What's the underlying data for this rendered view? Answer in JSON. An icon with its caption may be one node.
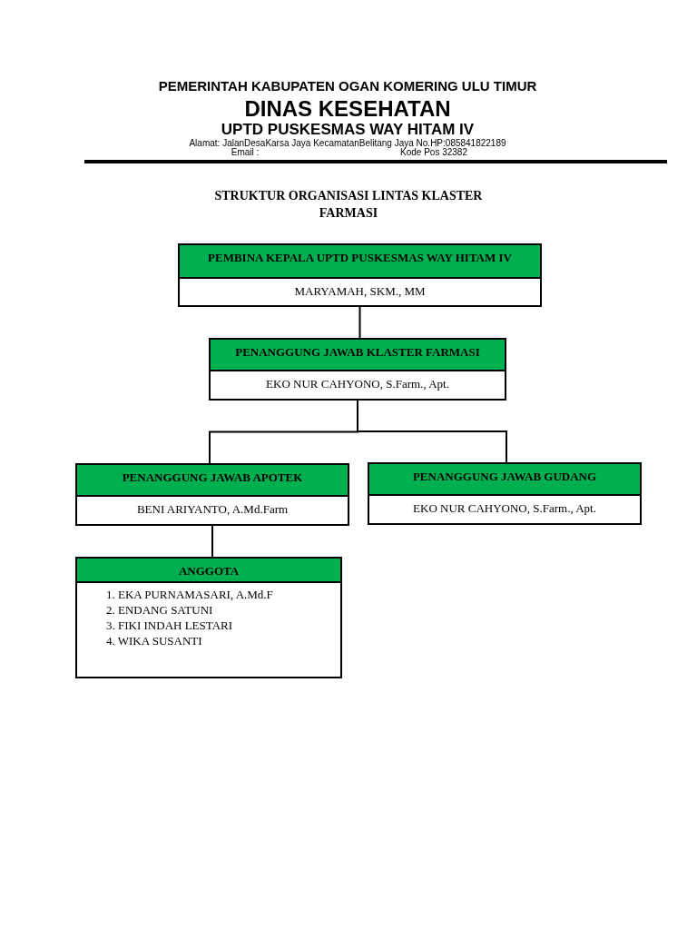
{
  "diagram": {
    "title": "STRUKTUR ORGANISASI LINTAS KLASTER FARMASI",
    "nodes": [
      {
        "text": [
          "PEMBINA KEPALA UPTD PUSKESMAS WAY HITAM IV",
          "MARYAMAH, SKM., MM"
        ]
      },
      {
        "text": [
          "PENANGGUNG JAWAB KLASTER FARMASI",
          "EKO NUR CAHYONO, S.Farm., Apt."
        ]
      },
      {
        "text": [
          "PENANGGUNG JAWAB APOTEK",
          "BENI ARIYANTO, A.Md.Farm"
        ]
      },
      {
        "text": [
          "PENANGGUNG JAWAB GUDANG",
          "EKO NUR CAHYONO, S.Farm., Apt."
        ]
      },
      {
        "text": [
          "ANGGOTA",
          "1. EKA PURNAMASARI, A.Md.F",
          "2. ENDANG SATUNI",
          "3. FIKI INDAH LESTARI",
          "4. WIKA SUSANTI"
        ]
      }
    ],
    "edges": [
      {
        "from": 0,
        "to": 1,
        "arrow": "none"
      },
      {
        "from": 1,
        "to": 2,
        "arrow": "none"
      },
      {
        "from": 1,
        "to": 3,
        "arrow": "none"
      },
      {
        "from": 2,
        "to": 4,
        "arrow": "none"
      }
    ],
    "labels": [
      "PEMERINTAH KABUPATEN OGAN KOMERING ULU TIMUR",
      "DINAS KESEHATAN",
      "UPTD PUSKESMAS WAY HITAM IV",
      "Alamat: JalanDesaKarsa Jaya KecamatanBelitang Jaya No.HP:085841822189",
      "Email :",
      "Kode Pos 32382"
    ]
  }
}
